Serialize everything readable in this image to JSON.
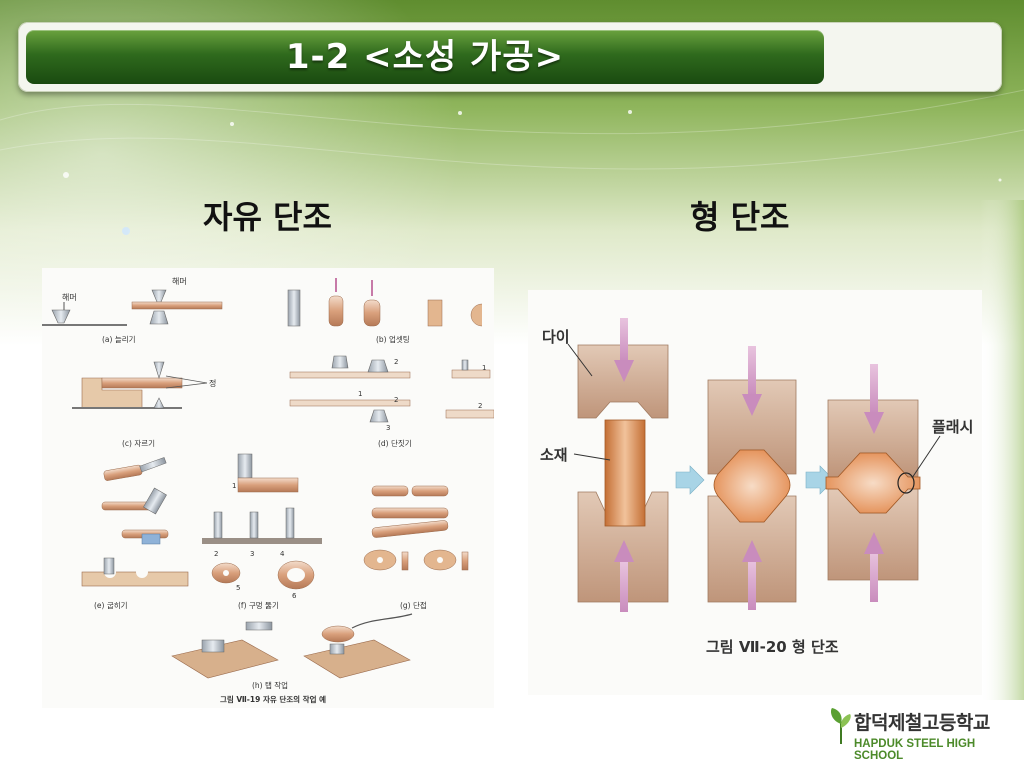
{
  "slide": {
    "title": "1-2 <소성 가공>",
    "headings": {
      "left": "자유 단조",
      "right": "형 단조"
    }
  },
  "figure_free_forging": {
    "labels": {
      "hammer_a": "해머",
      "hammer_b": "해머",
      "chisel": "정",
      "n1": "1",
      "n2": "2",
      "n3": "3",
      "n4": "4",
      "n5": "5",
      "n6": "6"
    },
    "captions": {
      "a": "(a) 늘리기",
      "b": "(b) 업셋팅",
      "c": "(c) 자르기",
      "d": "(d) 단짓기",
      "e": "(e) 굽히기",
      "f": "(f) 구멍 뚫기",
      "g": "(g) 단접",
      "h": "(h) 탭 작업"
    },
    "figure_caption": "그림 Ⅶ-19 자유 단조의 작업 예"
  },
  "figure_die_forging": {
    "labels": {
      "die": "다이",
      "material": "소재",
      "flash": "플래시"
    },
    "caption": "그림 Ⅶ-20 형 단조"
  },
  "logo": {
    "name_ko": "합덕제철고등학교",
    "name_en": "HAPDUK STEEL HIGH SCHOOL",
    "icon": "leaf-icon"
  },
  "colors": {
    "title_green": "#2f6a1d",
    "die_tan": "#c9a58a",
    "billet_orange": "#d9874a",
    "arrow_pink": "#d9a6cf",
    "arrow_blue": "#9ccbe0"
  }
}
